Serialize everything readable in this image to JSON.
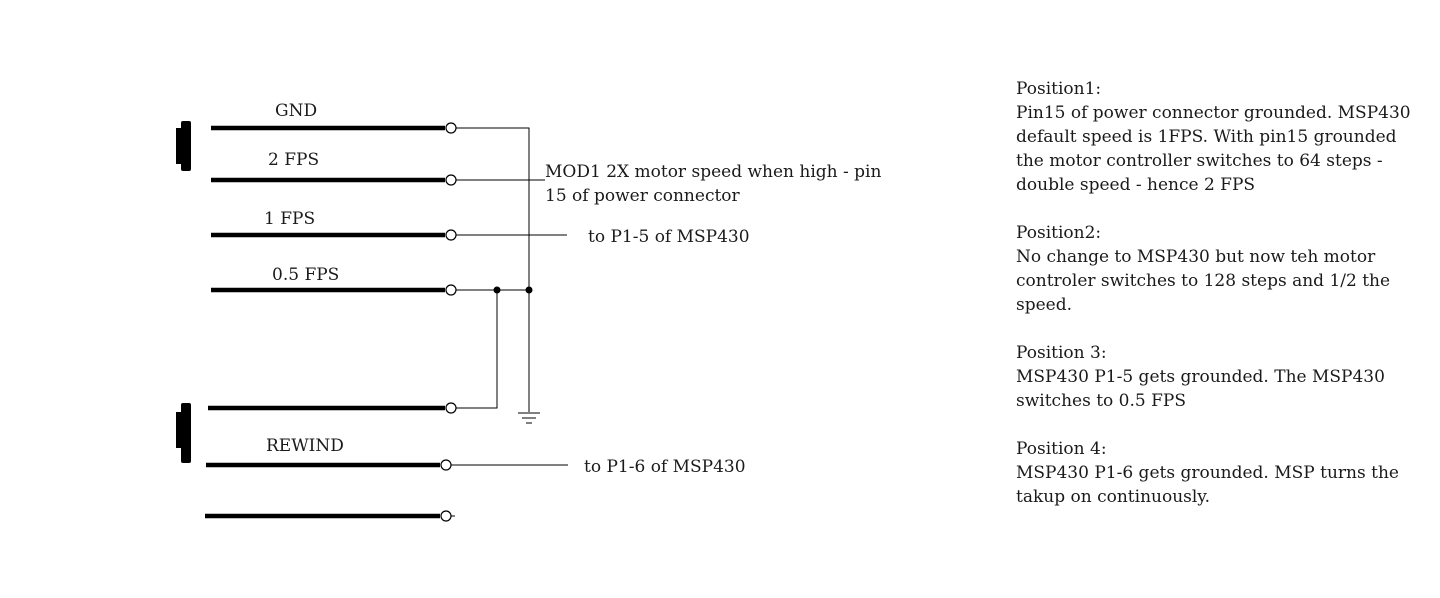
{
  "switch_labels": {
    "gnd": "GND",
    "fps2": "2 FPS",
    "fps1": "1 FPS",
    "fps05": "0.5 FPS",
    "rewind": "REWIND"
  },
  "annotations": {
    "mod1_line1": "MOD1 2X motor speed when high - pin",
    "mod1_line2": "15 of power connector",
    "p1_5": "to P1-5 of MSP430",
    "p1_6": "to P1-6 of MSP430"
  },
  "notes": [
    {
      "title": "Position1:",
      "lines": [
        "Pin15 of power connector grounded. MSP430",
        "default speed is 1FPS. With pin15 grounded",
        "the motor controller switches to 64 steps -",
        "double speed - hence 2 FPS"
      ]
    },
    {
      "title": "Position2:",
      "lines": [
        "No change to MSP430 but now teh motor",
        "controler switches to 128 steps and 1/2 the",
        "speed."
      ]
    },
    {
      "title": "Position 3:",
      "lines": [
        "MSP430 P1-5 gets grounded. The MSP430",
        "switches to 0.5 FPS"
      ]
    },
    {
      "title": "Position 4:",
      "lines": [
        "MSP430 P1-6 gets grounded. MSP turns the",
        "takup on continuously."
      ]
    }
  ]
}
